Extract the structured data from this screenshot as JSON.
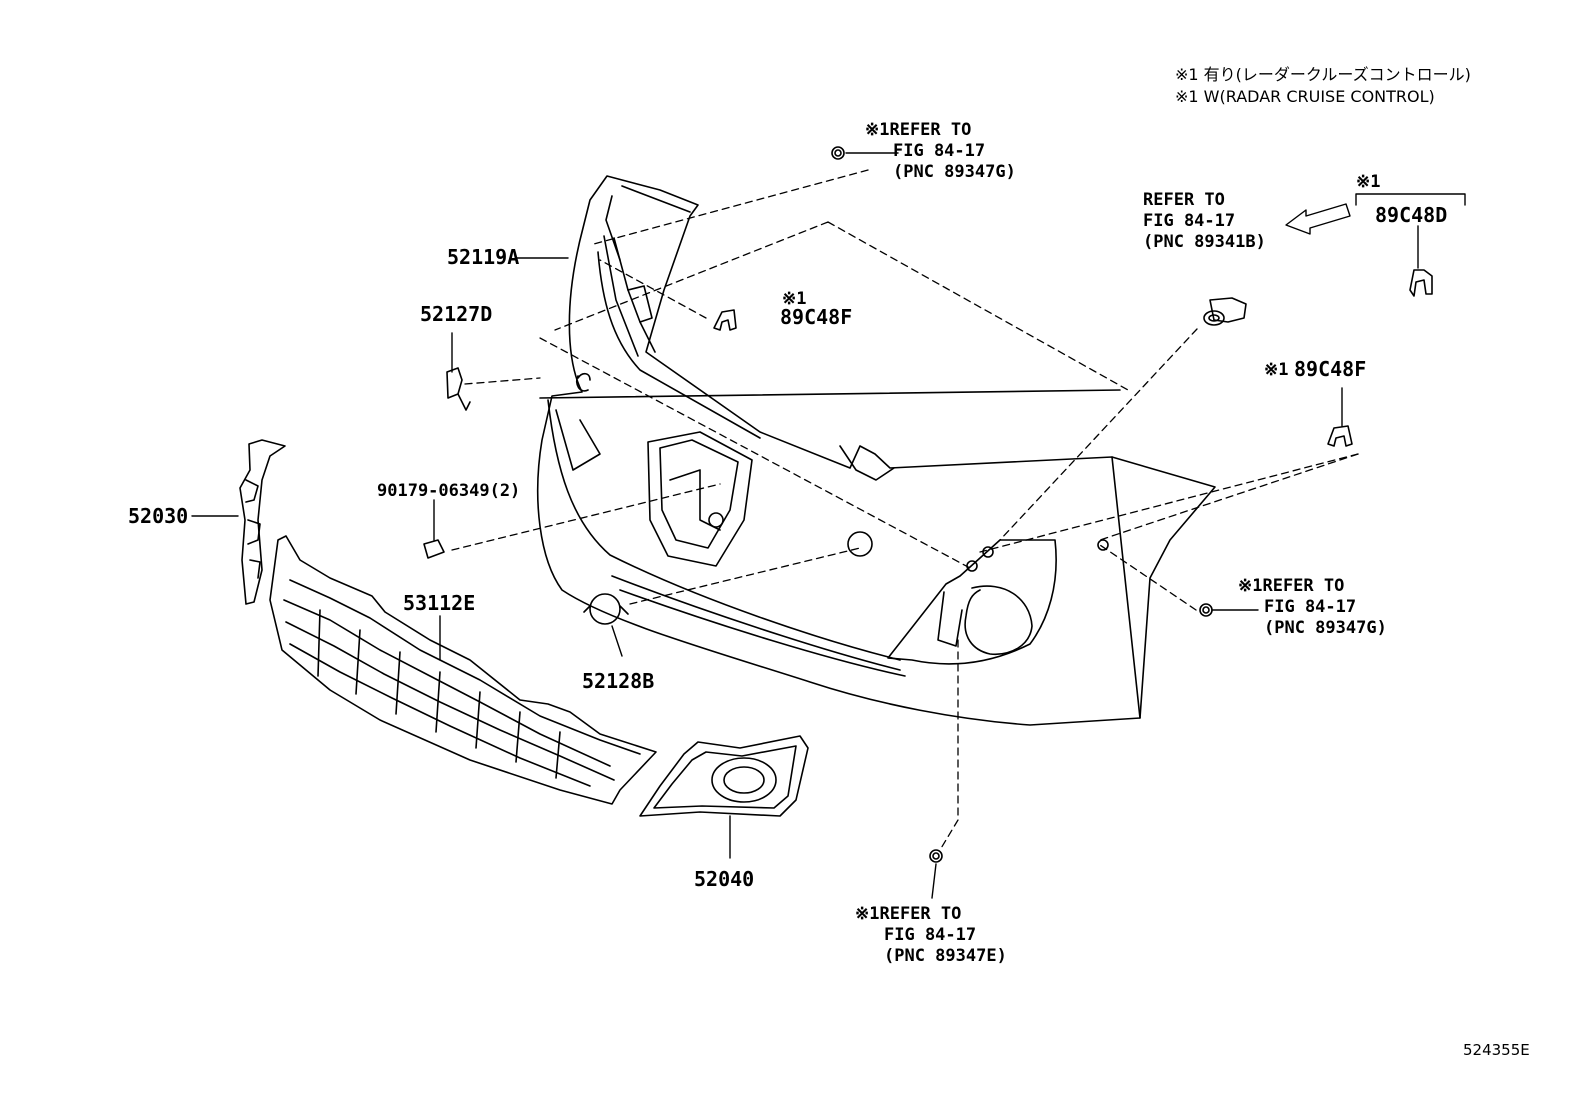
{
  "notes": {
    "line1": "※1 有り(レーダークルーズコントロール)",
    "line2": "※1 W(RADAR CRUISE CONTROL)"
  },
  "parts": {
    "p52119A": "52119A",
    "p52127D": "52127D",
    "p52030": "52030",
    "p90179": "90179-06349(2)",
    "p53112E": "53112E",
    "p52128B": "52128B",
    "p52040": "52040",
    "p89C48F_top": "89C48F",
    "p89C48F_right": "89C48F",
    "p89C48D": "89C48D"
  },
  "marks": {
    "m89C48F_top": "※1",
    "m89C48F_right": "※1",
    "m89C48D": "※1"
  },
  "refs": {
    "top_left": {
      "l1": "※1REFER TO",
      "l2": "FIG 84-17",
      "l3": "(PNC 89347G)"
    },
    "top_right": {
      "l1": "REFER TO",
      "l2": "FIG 84-17",
      "l3": "(PNC 89341B)"
    },
    "mid_right": {
      "l1": "※1REFER TO",
      "l2": "FIG 84-17",
      "l3": "(PNC 89347G)"
    },
    "bottom": {
      "l1": "※1REFER TO",
      "l2": "FIG 84-17",
      "l3": "(PNC 89347E)"
    }
  },
  "diagram_code": "524355E"
}
